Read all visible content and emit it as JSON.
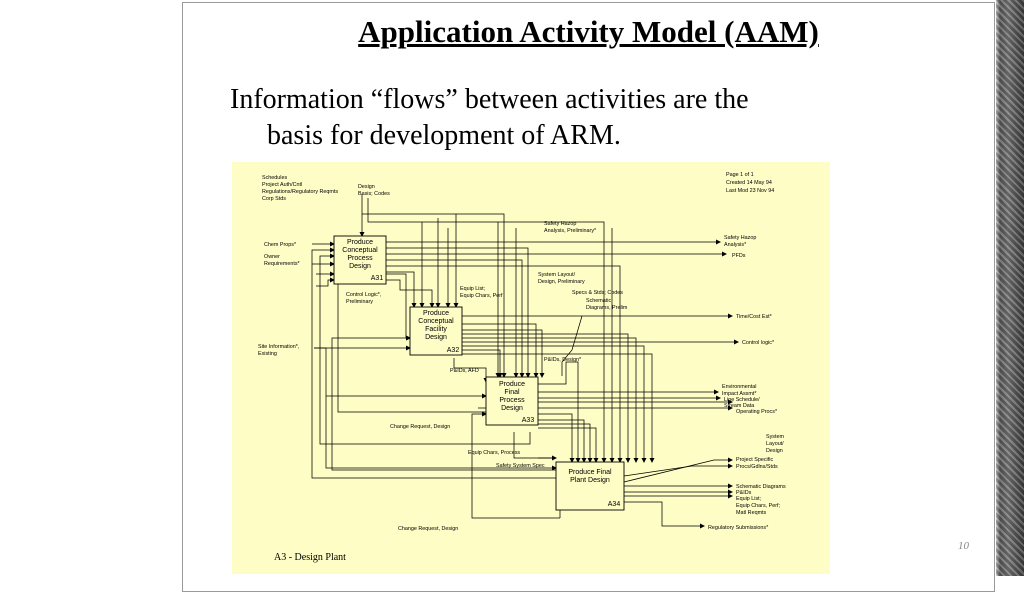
{
  "slide": {
    "title": "Application Activity Model (AAM)",
    "subtitle_line1": "Information “flows” between activities are the",
    "subtitle_line2": "basis for development of ARM.",
    "slide_number": "10"
  },
  "diagram": {
    "background_color": "#fefdc5",
    "figure_label": "A3 - Design Plant",
    "meta": [
      "Page 1 of 1",
      "Created 14 May 94",
      "Last Mod 23 Nov 94"
    ],
    "control_inputs": [
      "Schedules",
      "Project Auth/Cntl",
      "Regulations/Regulatory Reqmts",
      "Corp Stds"
    ],
    "control_design_basis": [
      "Design",
      "Basis; Codes"
    ],
    "boxes": [
      {
        "id": "A31",
        "lines": [
          "Produce",
          "Conceptual",
          "Process",
          "Design"
        ]
      },
      {
        "id": "A32",
        "lines": [
          "Produce",
          "Conceptual",
          "Facility",
          "Design"
        ]
      },
      {
        "id": "A33",
        "lines": [
          "Produce",
          "Final",
          "Process",
          "Design"
        ]
      },
      {
        "id": "A34",
        "lines": [
          "Produce Final",
          "Plant Design"
        ]
      }
    ],
    "left_inputs": {
      "chem_props": "Chem Props*",
      "owner_req": [
        "Owner",
        "Requirements*"
      ],
      "site_info": [
        "Site Information*,",
        "Existing"
      ]
    },
    "internal_labels": {
      "control_logic": [
        "Control Logic*,",
        "Preliminary"
      ],
      "equip_list": [
        "Equip List;",
        "Equip Chars, Perf"
      ],
      "system_layout": [
        "System Layout/",
        "Design, Preliminary"
      ],
      "safety_hazop_prelim": [
        "Safety Hazop",
        "Analysis, Preliminary*"
      ],
      "specs_stds": "Specs & Stds; Codes",
      "schematic_prelim": [
        "Schematic",
        "Diagrams, Prelim"
      ],
      "pids_afd": "P&IDs, AFD",
      "pids_design": "P&IDs, Design*",
      "change_request_1": "Change Request, Design",
      "equip_chars_process": "Equip Chars, Process",
      "safety_system_spec": "Safety System Spec",
      "change_request_2": "Change Request, Design"
    },
    "outputs": {
      "safety_hazop": [
        "Safety Hazop",
        "Analysis*"
      ],
      "pfds": "PFDs",
      "time_cost_est": "Time/Cost Est*",
      "control_logic": "Control logic*",
      "env_impact": [
        "Environmental",
        "Impact Assmt*"
      ],
      "line_schedule": [
        "Line Schedule/",
        "Stream Data"
      ],
      "operating_procs": "Operating Procs*",
      "system_layout": [
        "System",
        "Layout/",
        "Design"
      ],
      "project_specific": [
        "Project Specific",
        "Procs/Gdlns/Stds"
      ],
      "schematic_diagrams": "Schematic Diagrams",
      "pids": "P&IDs",
      "equip_list": [
        "Equip List;",
        "Equip Chars, Perf;",
        "Matl Reqmts"
      ],
      "regulatory_submissions": "Regulatory Submissions*"
    }
  }
}
